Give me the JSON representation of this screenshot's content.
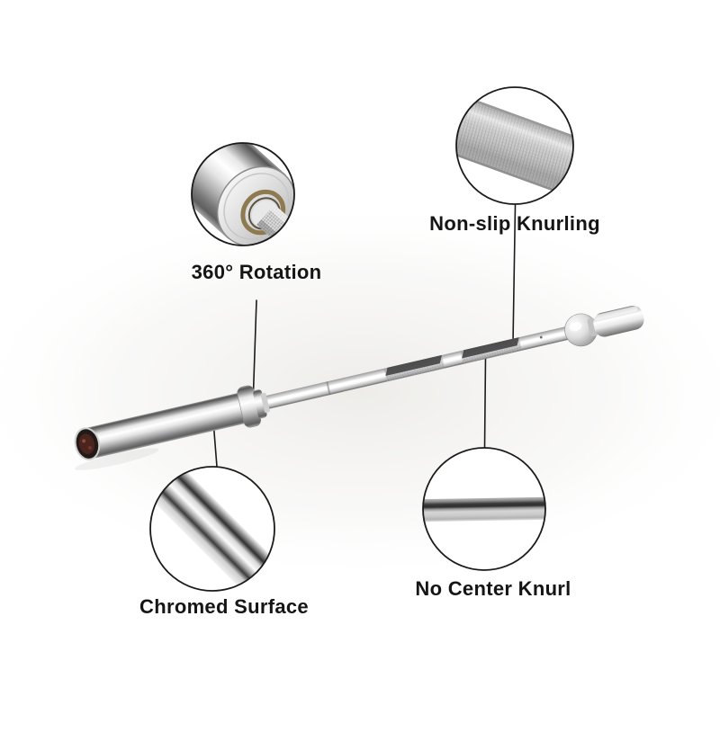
{
  "page": {
    "type": "product-feature-diagram",
    "subject": "olympic-barbell",
    "background_color": "#ffffff",
    "text_color": "#151515",
    "line_color": "#1b1b1b"
  },
  "callouts": [
    {
      "id": "rotation",
      "label": "360° Rotation",
      "detail_icon": "sleeve-end-brass-bushing"
    },
    {
      "id": "non-slip-knurl",
      "label": "Non-slip Knurling",
      "detail_icon": "knurled-texture"
    },
    {
      "id": "chromed-surface",
      "label": "Chromed Surface",
      "detail_icon": "polished-chrome-shaft"
    },
    {
      "id": "no-center-knurl",
      "label": "No Center Knurl",
      "detail_icon": "smooth-center-shaft"
    }
  ],
  "colors": {
    "brass_bushing": "#8d7a4f",
    "end_cap_outer": "#221a16",
    "end_cap_inner": "#4a241d",
    "chrome_highlight": "#ffffff",
    "chrome_shadow": "#4a4a4a"
  }
}
